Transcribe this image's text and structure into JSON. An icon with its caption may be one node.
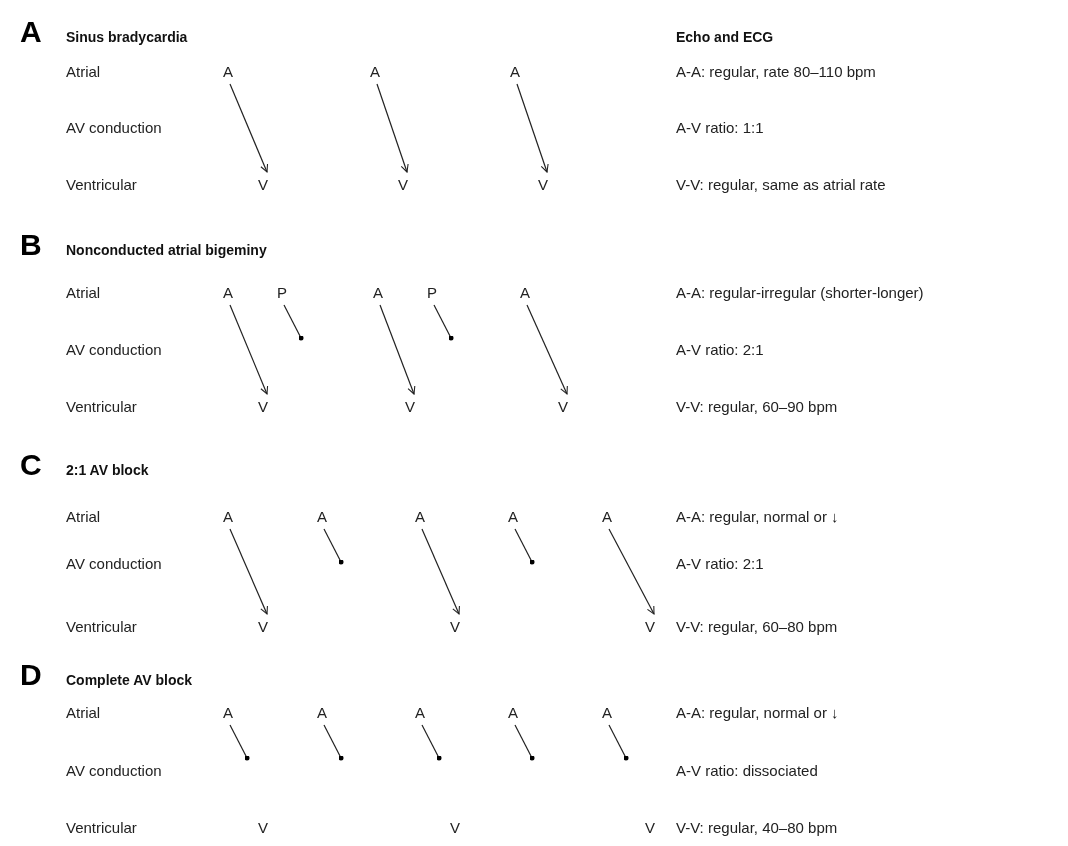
{
  "diagram": {
    "nodes": [
      {
        "text": [
          "A"
        ]
      },
      {
        "text": [
          "A"
        ]
      },
      {
        "text": [
          "A"
        ]
      },
      {
        "text": [
          "V"
        ]
      },
      {
        "text": [
          "V"
        ]
      },
      {
        "text": [
          "V"
        ]
      },
      {
        "text": [
          "A"
        ]
      },
      {
        "text": [
          "P"
        ]
      },
      {
        "text": [
          "A"
        ]
      },
      {
        "text": [
          "P"
        ]
      },
      {
        "text": [
          "A"
        ]
      },
      {
        "text": [
          "V"
        ]
      },
      {
        "text": [
          "V"
        ]
      },
      {
        "text": [
          "V"
        ]
      },
      {
        "text": [
          "A"
        ]
      },
      {
        "text": [
          "A"
        ]
      },
      {
        "text": [
          "A"
        ]
      },
      {
        "text": [
          "A"
        ]
      },
      {
        "text": [
          "A"
        ]
      },
      {
        "text": [
          "V"
        ]
      },
      {
        "text": [
          "V"
        ]
      },
      {
        "text": [
          "V"
        ]
      },
      {
        "text": [
          "A"
        ]
      },
      {
        "text": [
          "A"
        ]
      },
      {
        "text": [
          "A"
        ]
      },
      {
        "text": [
          "A"
        ]
      },
      {
        "text": [
          "A"
        ]
      },
      {
        "text": [
          "V"
        ]
      },
      {
        "text": [
          "V"
        ]
      },
      {
        "text": [
          "V"
        ]
      }
    ],
    "edges": [
      {
        "from": 0,
        "to": 3,
        "arrow": "to"
      },
      {
        "from": 1,
        "to": 4,
        "arrow": "to"
      },
      {
        "from": 2,
        "to": 5,
        "arrow": "to"
      },
      {
        "from": 6,
        "to": 11,
        "arrow": "to"
      },
      {
        "from": 7,
        "to": null,
        "arrow": "other"
      },
      {
        "from": 8,
        "to": 12,
        "arrow": "to"
      },
      {
        "from": 9,
        "to": null,
        "arrow": "other"
      },
      {
        "from": 10,
        "to": 13,
        "arrow": "to"
      },
      {
        "from": 14,
        "to": 19,
        "arrow": "to"
      },
      {
        "from": 15,
        "to": null,
        "arrow": "other"
      },
      {
        "from": 16,
        "to": 20,
        "arrow": "to"
      },
      {
        "from": 17,
        "to": null,
        "arrow": "other"
      },
      {
        "from": 18,
        "to": 21,
        "arrow": "to"
      },
      {
        "from": 22,
        "to": null,
        "arrow": "other"
      },
      {
        "from": 23,
        "to": null,
        "arrow": "other"
      },
      {
        "from": 24,
        "to": null,
        "arrow": "other"
      },
      {
        "from": 25,
        "to": null,
        "arrow": "other"
      },
      {
        "from": 26,
        "to": null,
        "arrow": "other"
      }
    ],
    "labels": [
      "A",
      "Sinus bradycardia",
      "Echo and ECG",
      "Atrial",
      "A-A: regular, rate 80–110 bpm",
      "AV conduction",
      "A-V ratio: 1:1",
      "Ventricular",
      "V-V: regular, same as atrial rate",
      "B",
      "Nonconducted atrial bigeminy",
      "Atrial",
      "A-A: regular-irregular (shorter-longer)",
      "AV conduction",
      "A-V ratio: 2:1",
      "Ventricular",
      "V-V: regular, 60–90 bpm",
      "C",
      "2:1 AV block",
      "Atrial",
      "A-A: regular, normal or ↓",
      "AV conduction",
      "A-V ratio: 2:1",
      "Ventricular",
      "V-V: regular, 60–80 bpm",
      "D",
      "Complete AV block",
      "Atrial",
      "A-A: regular, normal or ↓",
      "AV conduction",
      "A-V ratio: dissociated",
      "Ventricular",
      "V-V: regular, 40–80 bpm"
    ]
  }
}
